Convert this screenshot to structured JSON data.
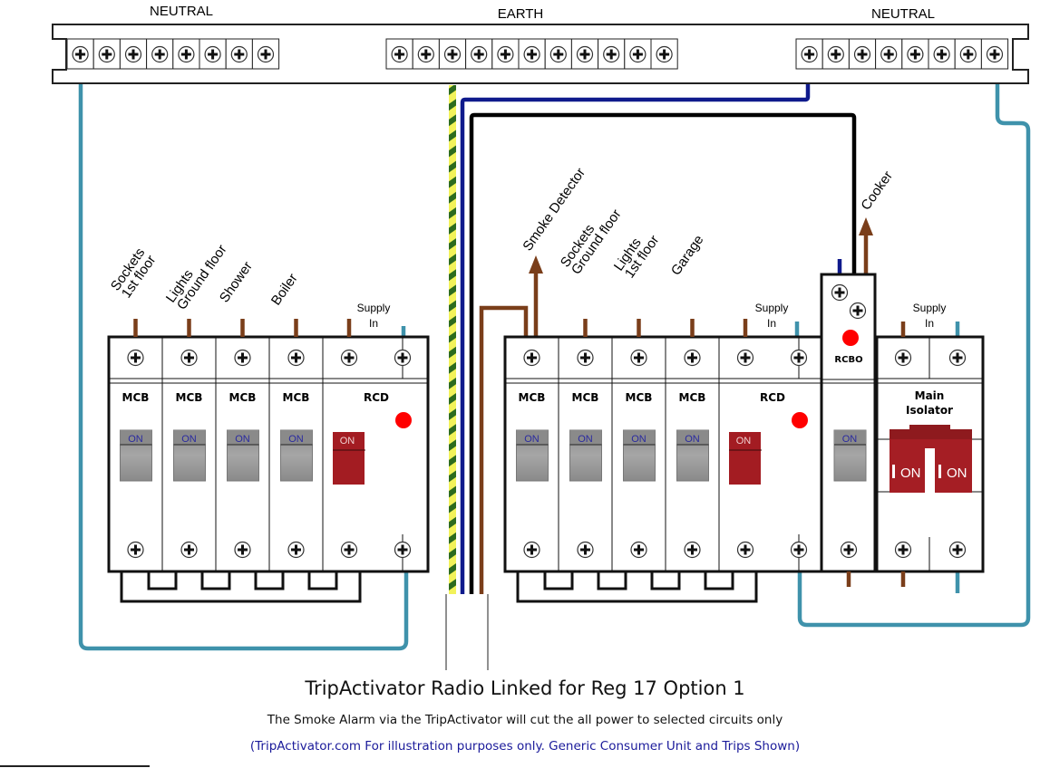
{
  "busbars": {
    "neutral_left": {
      "label": "NEUTRAL",
      "terminals": 8
    },
    "earth": {
      "label": "EARTH",
      "terminals": 11
    },
    "neutral_right": {
      "label": "NEUTRAL",
      "terminals": 8
    }
  },
  "left_unit": {
    "mcbs": [
      {
        "label": "MCB",
        "state": "ON",
        "circuit": [
          "Sockets",
          "1st floor"
        ]
      },
      {
        "label": "MCB",
        "state": "ON",
        "circuit": [
          "Lights",
          "Ground floor"
        ]
      },
      {
        "label": "MCB",
        "state": "ON",
        "circuit": [
          "Shower"
        ]
      },
      {
        "label": "MCB",
        "state": "ON",
        "circuit": [
          "Boiler"
        ]
      }
    ],
    "rcd": {
      "label": "RCD",
      "state": "ON"
    },
    "supply": [
      "Supply",
      "In"
    ]
  },
  "right_unit": {
    "mcbs": [
      {
        "label": "MCB",
        "state": "ON",
        "circuit": [
          "Smoke Detector"
        ]
      },
      {
        "label": "MCB",
        "state": "ON",
        "circuit": [
          "Sockets",
          "Ground floor"
        ]
      },
      {
        "label": "MCB",
        "state": "ON",
        "circuit": [
          "Lights",
          "1st floor"
        ]
      },
      {
        "label": "MCB",
        "state": "ON",
        "circuit": [
          "Garage"
        ]
      }
    ],
    "rcd": {
      "label": "RCD",
      "state": "ON"
    },
    "supply": [
      "Supply",
      "In"
    ],
    "rcbo": {
      "label": "RCBO",
      "state": "ON",
      "circuit": "Cooker"
    },
    "main_isolator": {
      "label": [
        "Main",
        "Isolator"
      ],
      "state": [
        "ON",
        "ON"
      ]
    },
    "isolator_supply": [
      "Supply",
      "In"
    ]
  },
  "colors": {
    "live": "#7a3e1a",
    "neutral_blue": "#3f92ab",
    "neutral_dark": "#0f1a8c",
    "earth_yellow": "#f2f25a",
    "earth_green": "#2d6b1e",
    "rcd_red": "#a31c22",
    "indicator": "#ff0000"
  },
  "caption": {
    "title": "TripActivator Radio Linked for Reg 17 Option 1",
    "subtitle": "The Smoke Alarm via the TripActivator will cut the all power to selected circuits only",
    "note": "(TripActivator.com For illustration purposes only. Generic Consumer Unit and Trips Shown)"
  }
}
